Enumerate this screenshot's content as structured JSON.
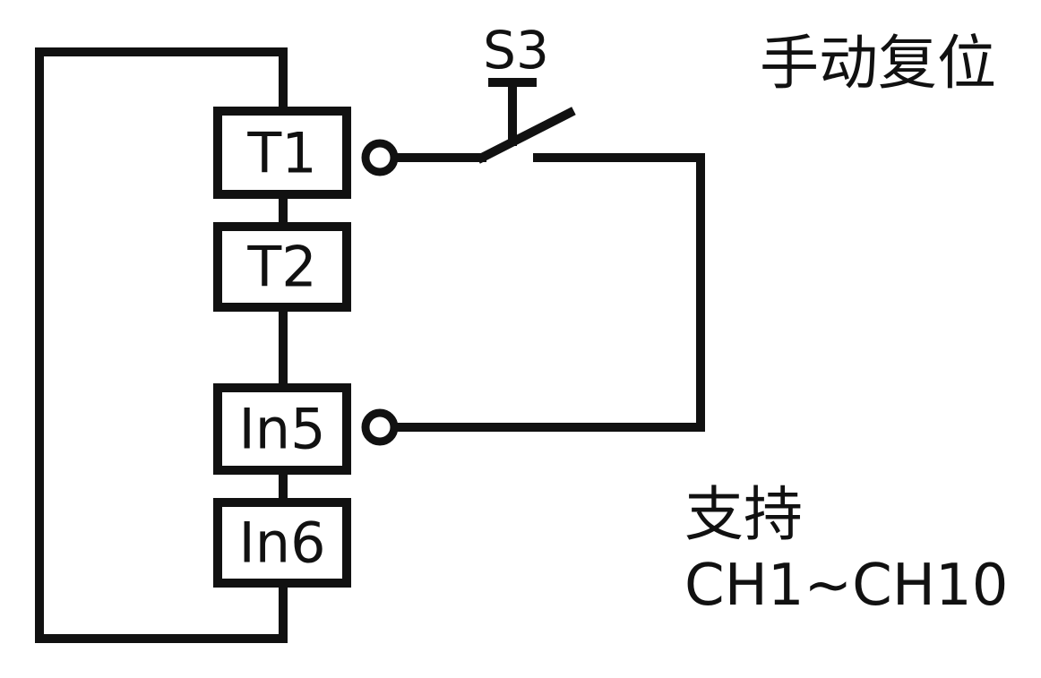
{
  "title": "手动复位",
  "switch": {
    "label": "S3"
  },
  "terminals": [
    {
      "label": "T1"
    },
    {
      "label": "T2"
    },
    {
      "label": "In5"
    },
    {
      "label": "In6"
    }
  ],
  "support": {
    "line1": "支持",
    "line2": "CH1~CH10"
  },
  "colors": {
    "line": "#111111",
    "background": "#ffffff"
  }
}
